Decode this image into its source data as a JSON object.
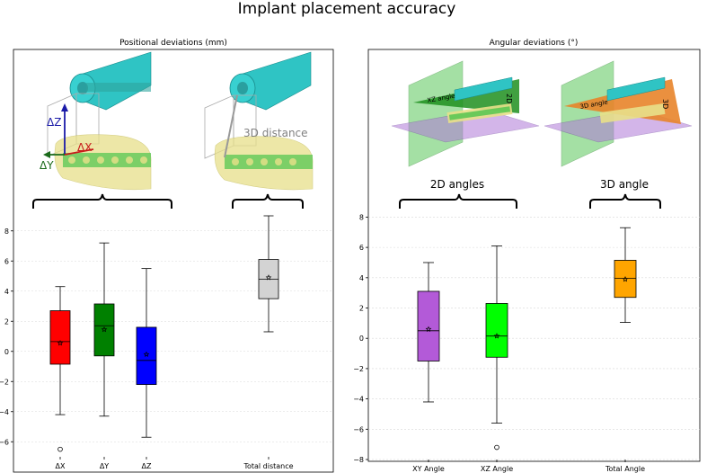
{
  "figure": {
    "title": "Implant placement accuracy"
  },
  "illustrations": {
    "left_labels": [
      "ΔZ",
      "ΔX",
      "ΔY",
      "3D distance"
    ],
    "right_labels": [
      "XZ angle",
      "2D",
      "3D angle",
      "3D"
    ],
    "colors": {
      "cylinder": "#2fc4c4",
      "bone": "#e8e08a",
      "plane_green": "#5ac85a",
      "plane_purple": "#b07ad8",
      "cone_orange": "#e8842a"
    }
  },
  "chart_data": [
    {
      "type": "box",
      "title": "Positional deviations (mm)",
      "xlabel": "",
      "ylabel": "",
      "ylim": [
        -7,
        9
      ],
      "yticks": [
        -6,
        -4,
        -2,
        0,
        2,
        4,
        6,
        8
      ],
      "grid": "horizontal",
      "categories": [
        "ΔX",
        "ΔY",
        "ΔZ",
        "Total distance"
      ],
      "group_labels": [
        {
          "text": "",
          "spans": [
            "ΔX",
            "ΔY",
            "ΔZ"
          ]
        },
        {
          "text": "",
          "spans": [
            "Total distance"
          ]
        }
      ],
      "boxes": [
        {
          "category": "ΔX",
          "color": "#ff0000",
          "whisker_low": -4.2,
          "q1": -0.85,
          "median": 0.65,
          "q3": 2.7,
          "whisker_high": 4.3,
          "mean": 0.55,
          "outliers": [
            -6.5
          ]
        },
        {
          "category": "ΔY",
          "color": "#008000",
          "whisker_low": -4.3,
          "q1": -0.3,
          "median": 1.7,
          "q3": 3.15,
          "whisker_high": 7.2,
          "mean": 1.45,
          "outliers": []
        },
        {
          "category": "ΔZ",
          "color": "#0000ff",
          "whisker_low": -5.7,
          "q1": -2.2,
          "median": -0.6,
          "q3": 1.6,
          "whisker_high": 5.5,
          "mean": -0.2,
          "outliers": []
        },
        {
          "category": "Total distance",
          "color": "#d3d3d3",
          "whisker_low": 1.3,
          "q1": 3.5,
          "median": 4.8,
          "q3": 6.1,
          "whisker_high": 9.0,
          "mean": 4.9,
          "outliers": []
        }
      ]
    },
    {
      "type": "box",
      "title": "Angular deviations (°)",
      "xlabel": "",
      "ylabel": "",
      "ylim": [
        -8,
        8.5
      ],
      "yticks": [
        -8,
        -6,
        -4,
        -2,
        0,
        2,
        4,
        6,
        8
      ],
      "grid": "horizontal",
      "categories": [
        "XY Angle",
        "XZ Angle",
        "Total Angle"
      ],
      "group_labels": [
        {
          "text": "2D angles",
          "spans": [
            "XY Angle",
            "XZ Angle"
          ]
        },
        {
          "text": "3D angle",
          "spans": [
            "Total Angle"
          ]
        }
      ],
      "boxes": [
        {
          "category": "XY Angle",
          "color": "#b35ad8",
          "whisker_low": -4.2,
          "q1": -1.5,
          "median": 0.5,
          "q3": 3.1,
          "whisker_high": 5.0,
          "mean": 0.6,
          "outliers": []
        },
        {
          "category": "XZ Angle",
          "color": "#00ff00",
          "whisker_low": -5.6,
          "q1": -1.25,
          "median": 0.15,
          "q3": 2.3,
          "whisker_high": 6.1,
          "mean": 0.15,
          "outliers": [
            -7.2
          ]
        },
        {
          "category": "Total Angle",
          "color": "#ffa500",
          "whisker_low": 1.05,
          "q1": 2.7,
          "median": 3.95,
          "q3": 5.15,
          "whisker_high": 7.3,
          "mean": 3.9,
          "outliers": []
        }
      ]
    }
  ]
}
